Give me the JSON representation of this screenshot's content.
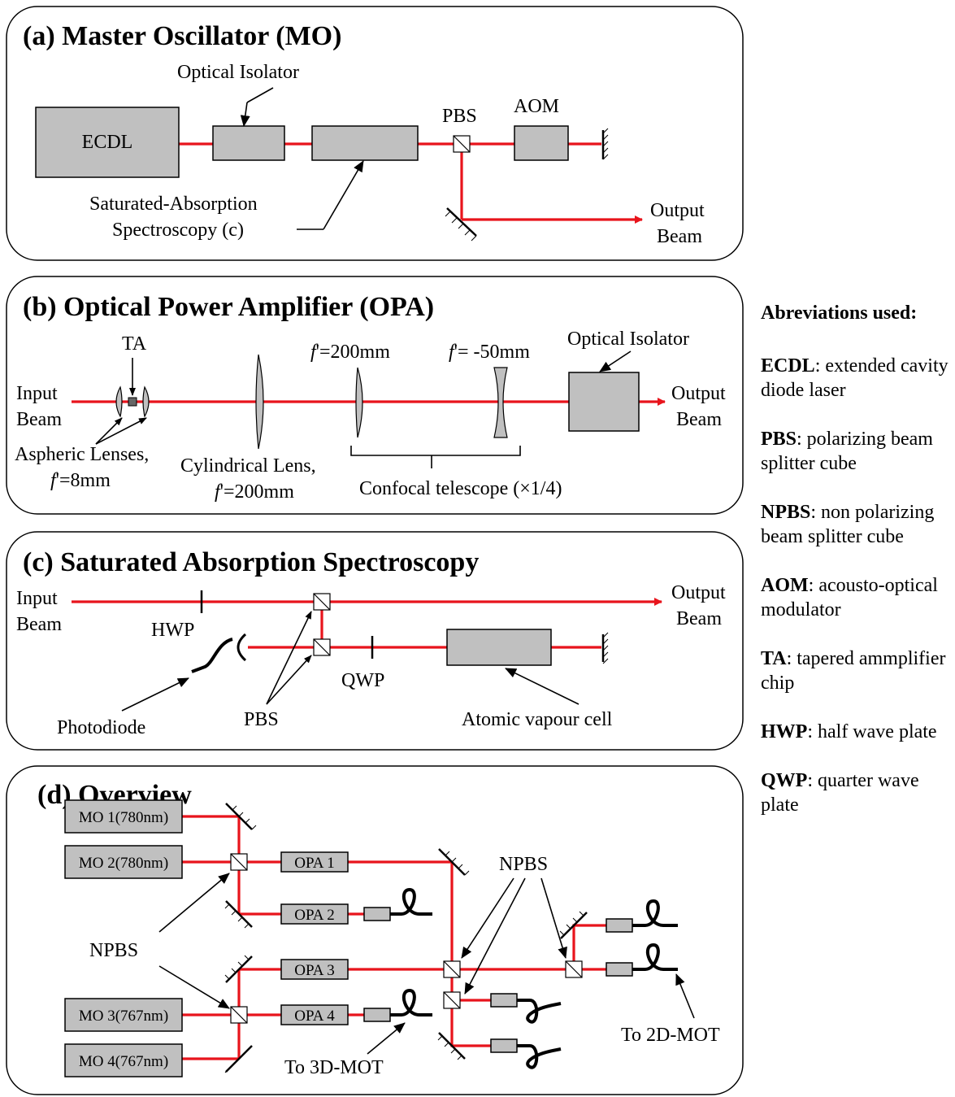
{
  "panel_a": {
    "title": "(a) Master Oscillator (MO)",
    "ecdl": "ECDL",
    "optical_isolator": "Optical Isolator",
    "pbs": "PBS",
    "aom": "AOM",
    "sas_line1": "Saturated-Absorption",
    "sas_line2": "Spectroscopy (c)",
    "output_line1": "Output",
    "output_line2": "Beam"
  },
  "panel_b": {
    "title": "(b) Optical Power Amplifier (OPA)",
    "ta": "TA",
    "input_line1": "Input",
    "input_line2": "Beam",
    "aspheric_line1": "Aspheric Lenses,",
    "aspheric_f": "f",
    "aspheric_val": "'=8mm",
    "cyl_line1": "Cylindrical Lens,",
    "cyl_f": "f",
    "cyl_val": "'=200mm",
    "lens1_f": "f",
    "lens1_val": "'=200mm",
    "lens2_f": "f",
    "lens2_val": "'= -50mm",
    "telescope": "Confocal telescope (×1/4)",
    "optical_isolator": "Optical Isolator",
    "output_line1": "Output",
    "output_line2": "Beam"
  },
  "panel_c": {
    "title": "(c) Saturated Absorption Spectroscopy",
    "input_line1": "Input",
    "input_line2": "Beam",
    "hwp": "HWP",
    "qwp": "QWP",
    "output_line1": "Output",
    "output_line2": "Beam",
    "photodiode": "Photodiode",
    "pbs": "PBS",
    "vapour_cell": "Atomic vapour cell"
  },
  "panel_d": {
    "title": "(d) Overview",
    "mo1": "MO 1(780nm)",
    "mo2": "MO 2(780nm)",
    "mo3": "MO 3(767nm)",
    "mo4": "MO 4(767nm)",
    "opa1": "OPA 1",
    "opa2": "OPA 2",
    "opa3": "OPA 3",
    "opa4": "OPA 4",
    "npbs_left": "NPBS",
    "npbs_right": "NPBS",
    "to_3d": "To 3D-MOT",
    "to_2d": "To 2D-MOT"
  },
  "abbreviations": {
    "title": "Abreviations used:",
    "items": [
      {
        "key": "ECDL",
        "desc": ": extended cavity diode laser"
      },
      {
        "key": "PBS",
        "desc": ": polarizing beam splitter cube"
      },
      {
        "key": "NPBS",
        "desc": ": non polarizing beam splitter cube"
      },
      {
        "key": "AOM",
        "desc": ": acousto-optical modulator"
      },
      {
        "key": "TA",
        "desc": ": tapered ammplifier chip"
      },
      {
        "key": "HWP",
        "desc": ": half wave plate"
      },
      {
        "key": "QWP",
        "desc": ": quarter wave plate"
      }
    ]
  },
  "colors": {
    "beam": "#e8141c",
    "component_fill": "#c0c0c0"
  }
}
